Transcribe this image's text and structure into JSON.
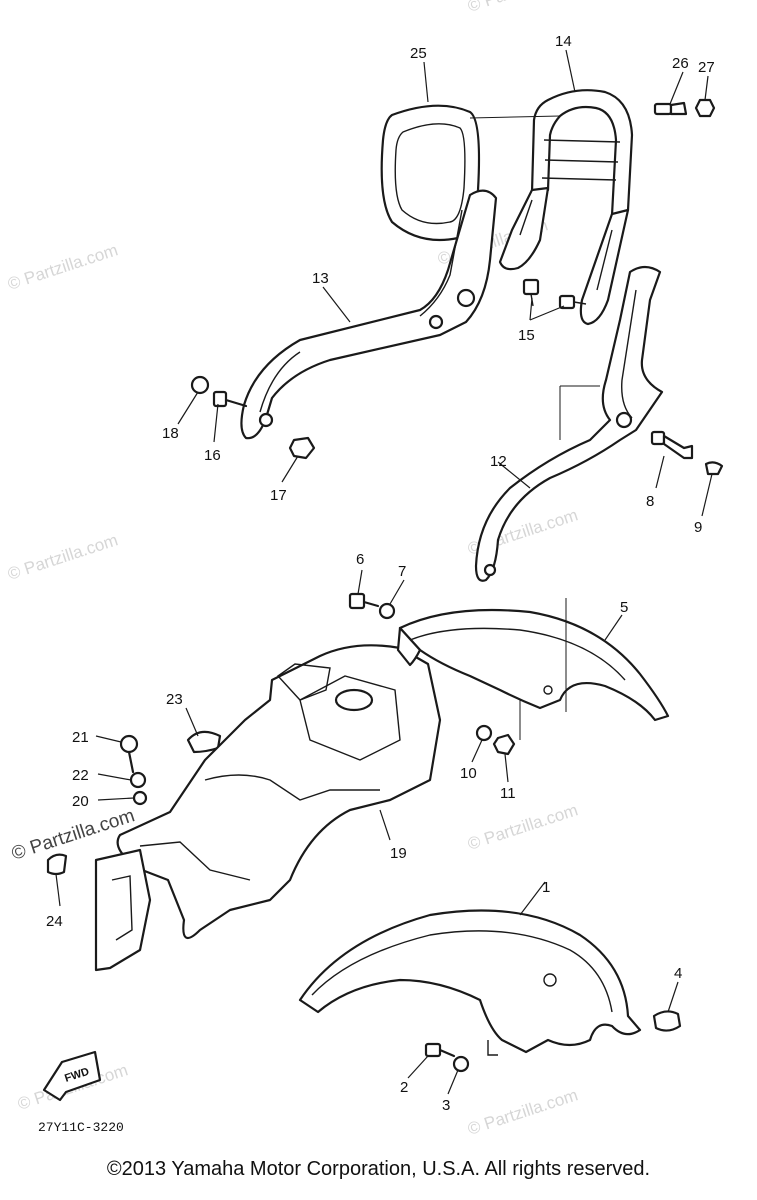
{
  "watermark": {
    "text": "© Partzilla.com"
  },
  "diagram_code": "27Y11C-3220",
  "front_arrow": {
    "label": "FWD"
  },
  "copyright": "©2013  Yamaha Motor Corporation, U.S.A. All rights reserved.",
  "callouts": {
    "c1": "1",
    "c2": "2",
    "c3": "3",
    "c4": "4",
    "c5": "5",
    "c6": "6",
    "c7": "7",
    "c8": "8",
    "c9": "9",
    "c10": "10",
    "c11": "11",
    "c12": "12",
    "c13": "13",
    "c14": "14",
    "c15": "15",
    "c16": "16",
    "c17": "17",
    "c18": "18",
    "c19": "19",
    "c20": "20",
    "c21": "21",
    "c22": "22",
    "c23": "23",
    "c24": "24",
    "c25": "25",
    "c26": "26",
    "c27": "27"
  }
}
